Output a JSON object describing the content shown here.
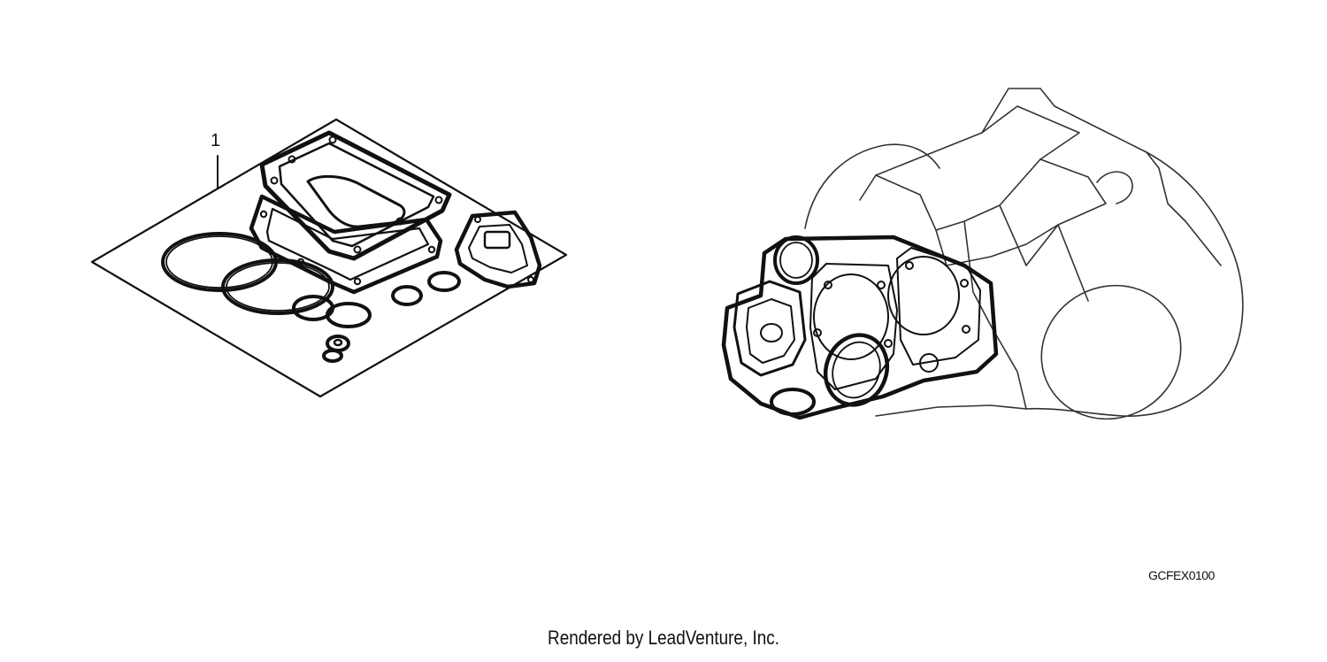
{
  "diagram": {
    "callout_label": "1",
    "figure_code": "GCFEX0100",
    "credit": "Rendered by LeadVenture, Inc."
  },
  "colors": {
    "line": "#111111",
    "ghost_line": "#333333",
    "background": "#ffffff"
  },
  "icons": {
    "gasket_kit": "gasket-kit-illustration",
    "engine": "engine-illustration"
  }
}
